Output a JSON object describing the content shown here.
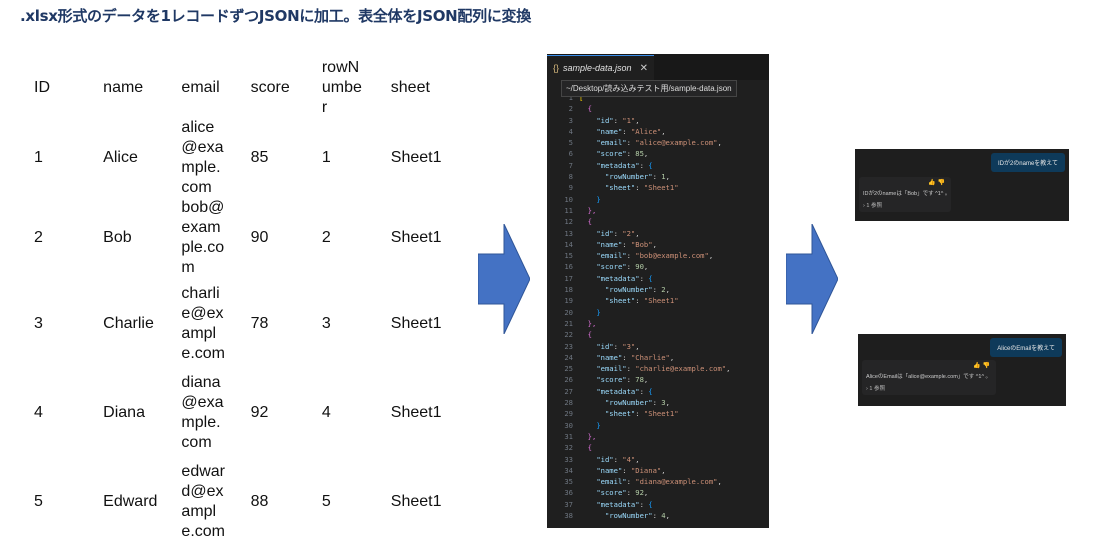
{
  "title": ".xlsx形式のデータを1レコードずつJSONに加工。表全体をJSON配列に変換",
  "table": {
    "headers": [
      "ID",
      "name",
      "email",
      "score",
      "rowNumber",
      "sheet"
    ],
    "rows": [
      {
        "id": "1",
        "name": "Alice",
        "email": "alice@example.com",
        "score": "85",
        "rowNumber": "1",
        "sheet": "Sheet1"
      },
      {
        "id": "2",
        "name": "Bob",
        "email": "bob@example.com",
        "score": "90",
        "rowNumber": "2",
        "sheet": "Sheet1"
      },
      {
        "id": "3",
        "name": "Charlie",
        "email": "charlie@example.com",
        "score": "78",
        "rowNumber": "3",
        "sheet": "Sheet1"
      },
      {
        "id": "4",
        "name": "Diana",
        "email": "diana@example.com",
        "score": "92",
        "rowNumber": "4",
        "sheet": "Sheet1"
      },
      {
        "id": "5",
        "name": "Edward",
        "email": "edward@example.com",
        "score": "88",
        "rowNumber": "5",
        "sheet": "Sheet1"
      }
    ]
  },
  "editor": {
    "tab_label": "sample-data.json",
    "tab_icon": "json-braces-icon",
    "path_tooltip": "~/Desktop/読み込みテスト用/sample-data.json",
    "lines": [
      "[",
      "  {",
      "    \"id\": \"1\",",
      "    \"name\": \"Alice\",",
      "    \"email\": \"alice@example.com\",",
      "    \"score\": 85,",
      "    \"metadata\": {",
      "      \"rowNumber\": 1,",
      "      \"sheet\": \"Sheet1\"",
      "    }",
      "  },",
      "  {",
      "    \"id\": \"2\",",
      "    \"name\": \"Bob\",",
      "    \"email\": \"bob@example.com\",",
      "    \"score\": 90,",
      "    \"metadata\": {",
      "      \"rowNumber\": 2,",
      "      \"sheet\": \"Sheet1\"",
      "    }",
      "  },",
      "  {",
      "    \"id\": \"3\",",
      "    \"name\": \"Charlie\",",
      "    \"email\": \"charlie@example.com\",",
      "    \"score\": 78,",
      "    \"metadata\": {",
      "      \"rowNumber\": 3,",
      "      \"sheet\": \"Sheet1\"",
      "    }",
      "  },",
      "  {",
      "    \"id\": \"4\",",
      "    \"name\": \"Diana\",",
      "    \"email\": \"diana@example.com\",",
      "    \"score\": 92,",
      "    \"metadata\": {",
      "      \"rowNumber\": 4,"
    ]
  },
  "chat1": {
    "question": "IDが2のnameを教えて",
    "answer": "IDが2のnameは「Bob」です ^1^ 。",
    "reference": "1 参照"
  },
  "chat2": {
    "question": "AliceのEmailを教えて",
    "answer": "AliceのEmailは「alice@example.com」です ^1^ 。",
    "reference": "1 参照"
  },
  "colors": {
    "title": "#1f3864",
    "arrow": "#4472c4",
    "editor_bg": "#1f1f1f",
    "chat_question_bg": "#0e3a5a"
  }
}
